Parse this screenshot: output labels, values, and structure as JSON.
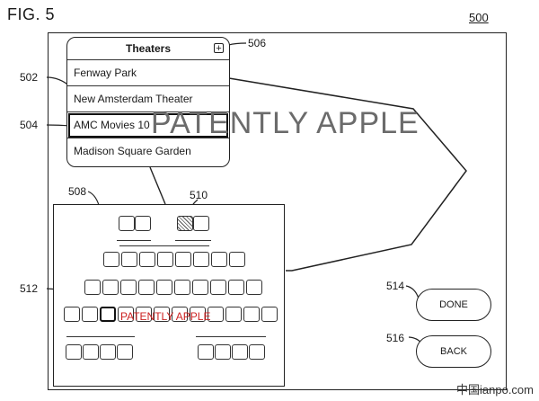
{
  "figure": {
    "title": "FIG. 5",
    "label": "500"
  },
  "refs": {
    "r502": "502",
    "r504": "504",
    "r506": "506",
    "r508": "508",
    "r510": "510",
    "r512": "512",
    "r514": "514",
    "r516": "516"
  },
  "theaters": {
    "title": "Theaters",
    "add_label": "+",
    "items": [
      "Fenway Park",
      "New Amsterdam Theater",
      "AMC Movies 10",
      "Madison Square Garden"
    ]
  },
  "buttons": {
    "done": "DONE",
    "back": "BACK"
  },
  "watermark": {
    "main": "PATENTLY APPLE",
    "small": "PATENTLY APPLE",
    "site": "中国ianpo.com"
  }
}
